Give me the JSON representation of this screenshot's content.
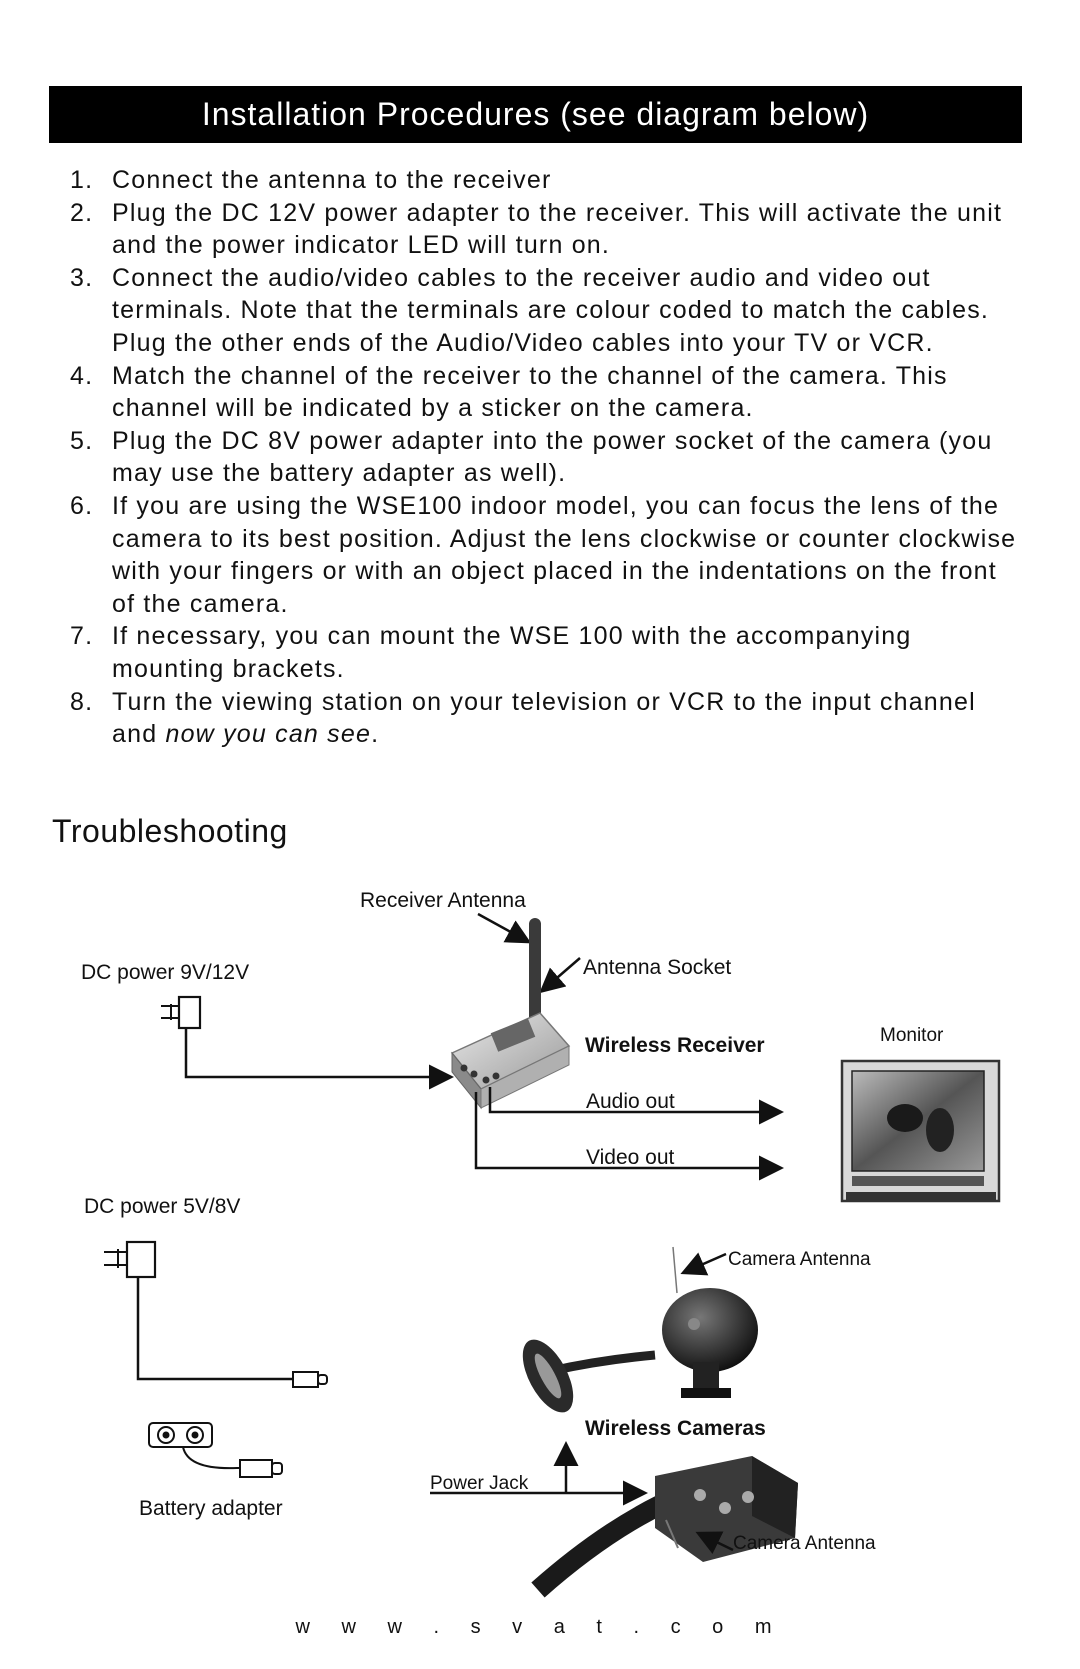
{
  "header": {
    "title": "Installation Procedures (see diagram below)"
  },
  "steps": [
    {
      "num": "1.",
      "text": "Connect the antenna to the receiver"
    },
    {
      "num": "2.",
      "text": "Plug the DC 12V power adapter to the receiver. This will activate the unit and the power indicator LED will turn on."
    },
    {
      "num": "3.",
      "text": "Connect the audio/video cables to the receiver audio and video out terminals. Note that the terminals are colour coded to match the cables. Plug the other ends of the Audio/Video cables into your TV or VCR."
    },
    {
      "num": "4.",
      "text": "Match the channel of the receiver to the channel of the camera. This channel will be indicated by a sticker on the camera."
    },
    {
      "num": "5.",
      "text": "Plug the DC 8V power adapter into the power socket of the camera (you may use the battery adapter as well)."
    },
    {
      "num": "6.",
      "text": "If you are using the WSE100 indoor model, you can focus the lens of the camera to its best position. Adjust the lens clockwise or counter clockwise with your fingers or with an object placed in the indentations on the front of the camera."
    },
    {
      "num": "7.",
      "text": "If necessary, you can mount the WSE 100 with the accompanying mounting brackets."
    },
    {
      "num": "8.",
      "text": "Turn the viewing station on your television or VCR to the input channel and ",
      "emphasis": "now you can see",
      "tail": "."
    }
  ],
  "troubleshooting": {
    "title": "Troubleshooting"
  },
  "diagram": {
    "receiver_antenna": "Receiver Antenna",
    "dc_power_12": "DC power 9V/12V",
    "antenna_socket": "Antenna Socket",
    "wireless_receiver": "Wireless Receiver",
    "monitor": "Monitor",
    "audio_out": "Audio out",
    "video_out": "Video out",
    "dc_power_8": "DC power 5V/8V",
    "camera_antenna_1": "Camera Antenna",
    "wireless_cameras": "Wireless Cameras",
    "power_jack": "Power Jack",
    "battery_adapter": "Battery adapter",
    "camera_antenna_2": "Camera Antenna"
  },
  "footer": {
    "url": "w w w . s v a t . c o m"
  }
}
